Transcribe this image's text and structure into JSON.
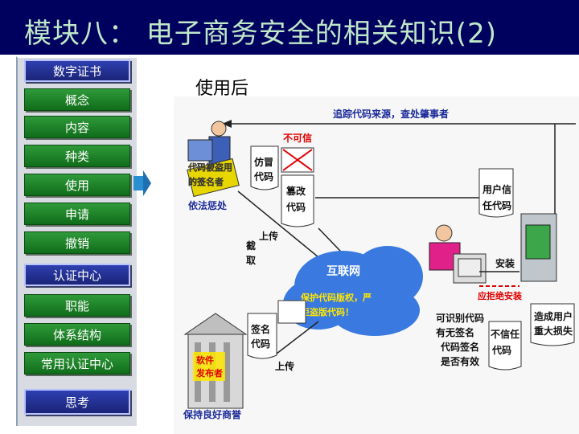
{
  "title": "模块八： 电子商务安全的相关知识(2)",
  "subtitle": "使用后",
  "sidebar": {
    "items": [
      {
        "label": "数字证书",
        "style": "blue"
      },
      {
        "label": "概念",
        "style": "green"
      },
      {
        "label": "内容",
        "style": "green"
      },
      {
        "label": "种类",
        "style": "green"
      },
      {
        "label": "使用",
        "style": "green"
      },
      {
        "label": "申请",
        "style": "green"
      },
      {
        "label": "撤销",
        "style": "green"
      },
      {
        "label": "认证中心",
        "style": "blue"
      },
      {
        "label": "职能",
        "style": "green"
      },
      {
        "label": "体系结构",
        "style": "green"
      },
      {
        "label": "常用认证中心",
        "style": "green"
      },
      {
        "label": "思考",
        "style": "blue"
      }
    ]
  },
  "diagram": {
    "trace": "追踪代码来源，查处肇事者",
    "untrusted": "不可信",
    "fake_code_1": "仿冒",
    "fake_code_2": "代码",
    "tamper_1": "篡改",
    "tamper_2": "代码",
    "thief_1": "代码被盗用",
    "thief_2": "的签名者",
    "punish": "依法惩处",
    "steal_1": "截",
    "steal_2": "取",
    "upload": "上传",
    "internet": "互联网",
    "internet_note_1": "保护代码版权，严",
    "internet_note_2": "拒盗版代码！",
    "user_trust_1": "用户信",
    "user_trust_2": "任代码",
    "install": "安装",
    "refuse_install": "应拒绝安装",
    "identify_1": "可识别代码",
    "identify_2": "有无签名",
    "identify_3": "代码签名",
    "identify_4": "是否有效",
    "distrust_1": "不信任",
    "distrust_2": "代码",
    "loss_1": "造成用户",
    "loss_2": "重大损失",
    "sign_code_1": "签名",
    "sign_code_2": "代码",
    "upload2": "上传",
    "publisher_1": "软件",
    "publisher_2": "发布者",
    "reputation": "保持良好商誉",
    "colors": {
      "red": "#e00000",
      "blue_text": "#1b2a9a",
      "cloud": "#3a7ae0",
      "note_yellow": "#ffe600"
    }
  }
}
